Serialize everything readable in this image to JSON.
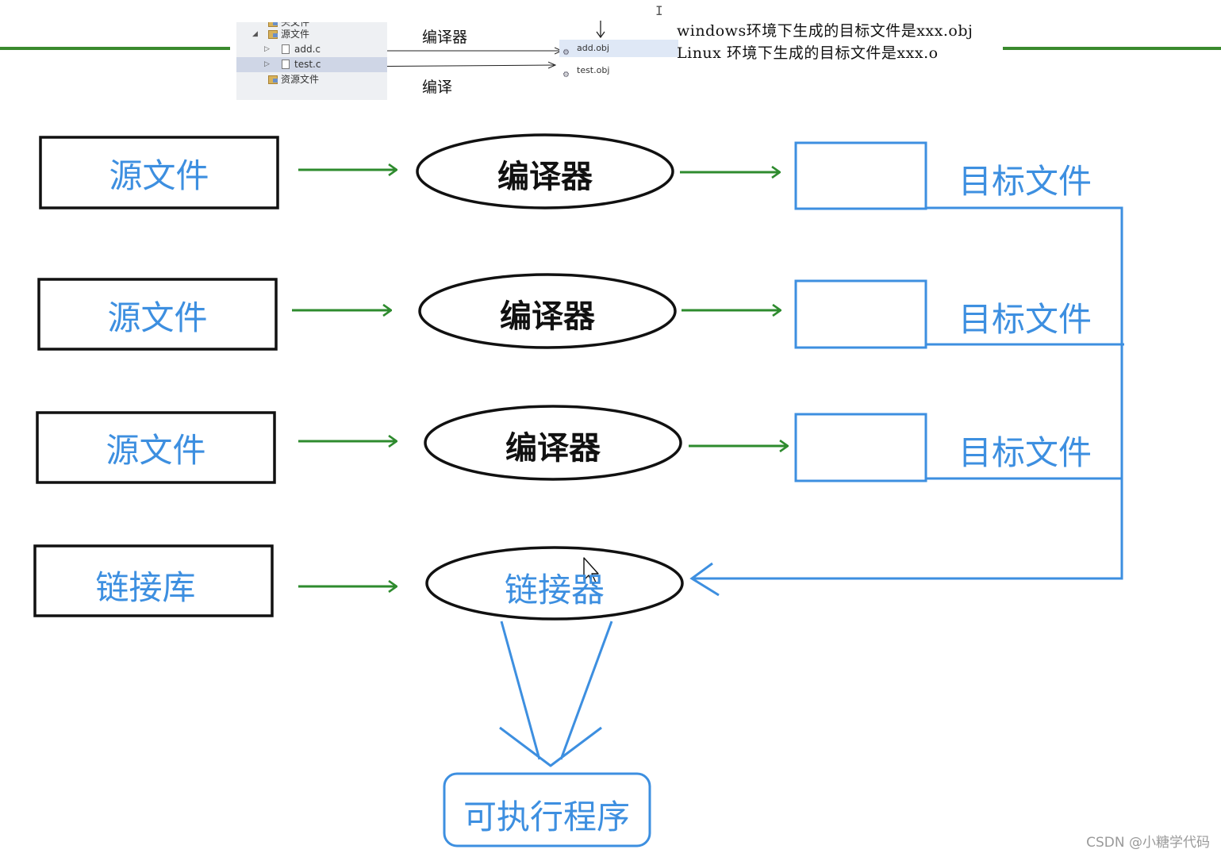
{
  "top_strip": {
    "tree_items": [
      {
        "label": "头文件",
        "caret": "",
        "icon": "folder-icon",
        "selected": false
      },
      {
        "label": "源文件",
        "caret": "◢",
        "icon": "folder-icon",
        "selected": false
      },
      {
        "label": "add.c",
        "caret": "▷",
        "icon": "c-file-icon",
        "selected": false
      },
      {
        "label": "test.c",
        "caret": "▷",
        "icon": "c-file-icon",
        "selected": true
      },
      {
        "label": "资源文件",
        "caret": "",
        "icon": "folder-icon",
        "selected": false
      }
    ],
    "compiler_label": "编译器",
    "compile_label": "编译",
    "obj_files": [
      {
        "label": "add.obj",
        "icon": "obj-file-icon",
        "selected": true
      },
      {
        "label": "test.obj",
        "icon": "obj-file-icon",
        "selected": false
      }
    ],
    "notes": [
      "windows环境下生成的目标文件是xxx.obj",
      "Linux 环境下生成的目标文件是xxx.o"
    ],
    "divider_color": "#3a8a2e"
  },
  "diagram": {
    "source_files": [
      "源文件",
      "源文件",
      "源文件"
    ],
    "compilers": [
      "编译器",
      "编译器",
      "编译器"
    ],
    "object_files": [
      "目标文件",
      "目标文件",
      "目标文件"
    ],
    "library": "链接库",
    "linker": "链接器",
    "executable": "可执行程序",
    "colors": {
      "arrow_green": "#2e8b2e",
      "blue": "#3d8fe0",
      "black": "#111111"
    }
  },
  "watermark": "CSDN @小糖学代码"
}
